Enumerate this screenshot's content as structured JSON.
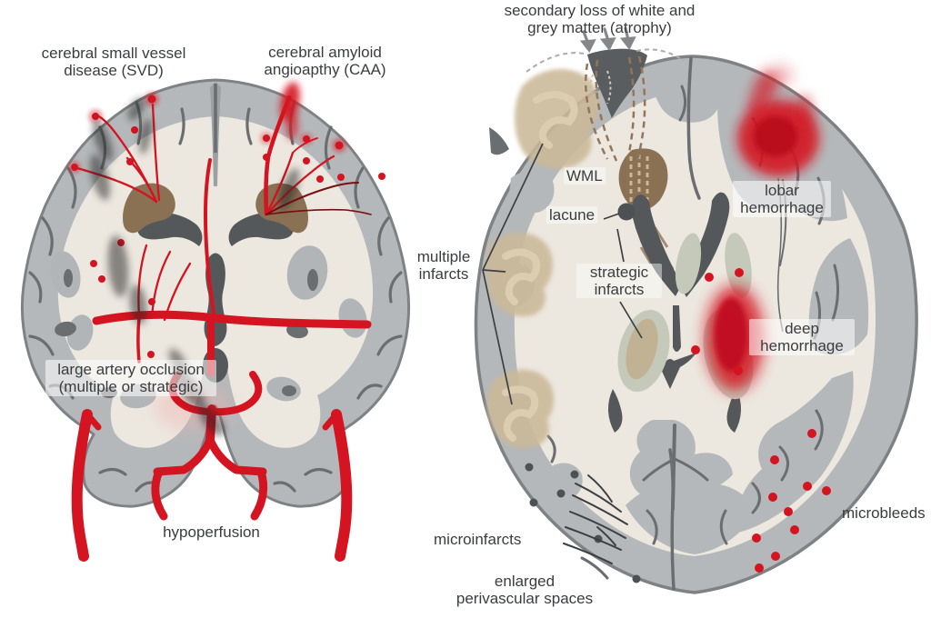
{
  "figure": {
    "description": "Schematic illustration of vascular brain pathologies",
    "panels": [
      {
        "id": "coronal",
        "name": "coronal brain section with vascular causes"
      },
      {
        "id": "axial",
        "name": "axial brain section with parenchymal lesions"
      }
    ]
  },
  "labels": {
    "svd": "cerebral small vessel\ndisease (SVD)",
    "caa": "cerebral amyloid\nangioapthy (CAA)",
    "large_artery_occlusion": "large artery occlusion\n(multiple or strategic)",
    "hypoperfusion": "hypoperfusion",
    "atrophy": "secondary loss of white and\ngrey matter (atrophy)",
    "wml": "WML",
    "lacune": "lacune",
    "multiple_infarcts": "multiple\ninfarcts",
    "strategic_infarcts": "strategic\ninfarcts",
    "lobar_hemorrhage": "lobar\nhemorrhage",
    "deep_hemorrhage": "deep\nhemorrhage",
    "microbleeds": "microbleeds",
    "microinfarcts": "microinfarcts",
    "enlarged_perivascular_spaces": "enlarged\nperivascular spaces"
  },
  "colors": {
    "background": "#ffffff",
    "cortex_grey": "#b5b8ba",
    "outline_grey": "#7f8284",
    "white_matter": "#ece7df",
    "ventricle_dark": "#55585a",
    "basal_ganglia_brown": "#8a7153",
    "artery_red": "#d41420",
    "hemorrhage_red": "#c9101c",
    "infarct_tan": "#cbb998",
    "thalamus_sage": "#c5c9b9",
    "label_text": "#3a3d3f"
  }
}
